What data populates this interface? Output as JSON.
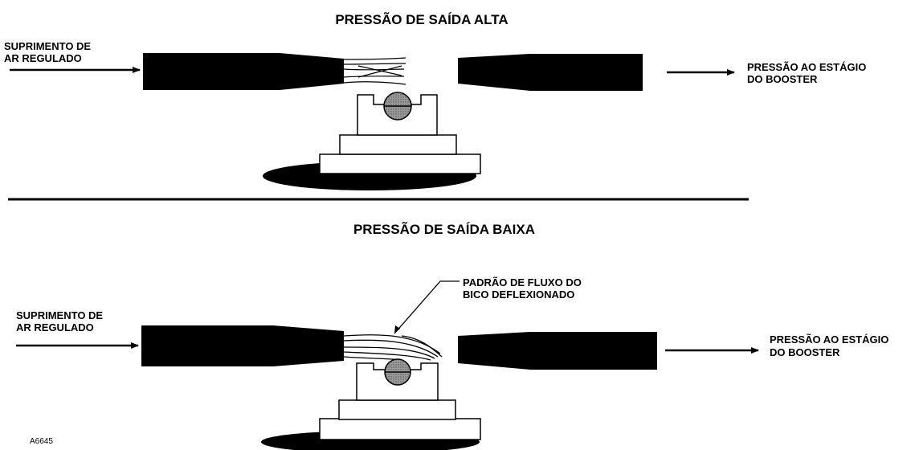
{
  "figure_code": "A6645",
  "panels": {
    "high": {
      "title": "PRESSÃO DE SAÍDA ALTA",
      "supply_line1": "SUPRIMENTO DE",
      "supply_line2": "AR REGULADO",
      "output_line1": "PRESSÃO AO ESTÁGIO",
      "output_line2": "DO BOOSTER"
    },
    "low": {
      "title": "PRESSÃO DE SAÍDA BAIXA",
      "supply_line1": "SUPRIMENTO DE",
      "supply_line2": "AR REGULADO",
      "output_line1": "PRESSÃO AO ESTÁGIO",
      "output_line2": "DO BOOSTER",
      "callout_line1": "PADRÃO DE FLUXO DO",
      "callout_line2": "BICO DEFLEXIONADO"
    }
  },
  "colors": {
    "ink": "#000000",
    "ball": "#8a8a8a",
    "background": "#ffffff"
  }
}
